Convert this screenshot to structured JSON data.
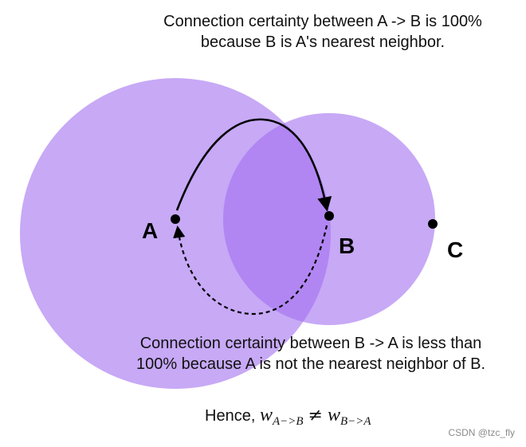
{
  "captions": {
    "top": "Connection certainty between A -> B is 100% because B is A's nearest neighbor.",
    "bottom": "Connection certainty between B -> A is less than 100% because A is not the nearest neighbor of B."
  },
  "points": {
    "a": "A",
    "b": "B",
    "c": "C"
  },
  "formula": {
    "prefix": "Hence,",
    "lhs_symbol": "w",
    "lhs_subscript": "A−>B",
    "relation": "≠",
    "rhs_symbol": "w",
    "rhs_subscript": "B−>A"
  },
  "watermark": "CSDN @tzc_fly",
  "colors": {
    "circle_fill": "#a270f0",
    "circle_opacity": 0.6,
    "points": "#000000",
    "arrows": "#000000"
  }
}
